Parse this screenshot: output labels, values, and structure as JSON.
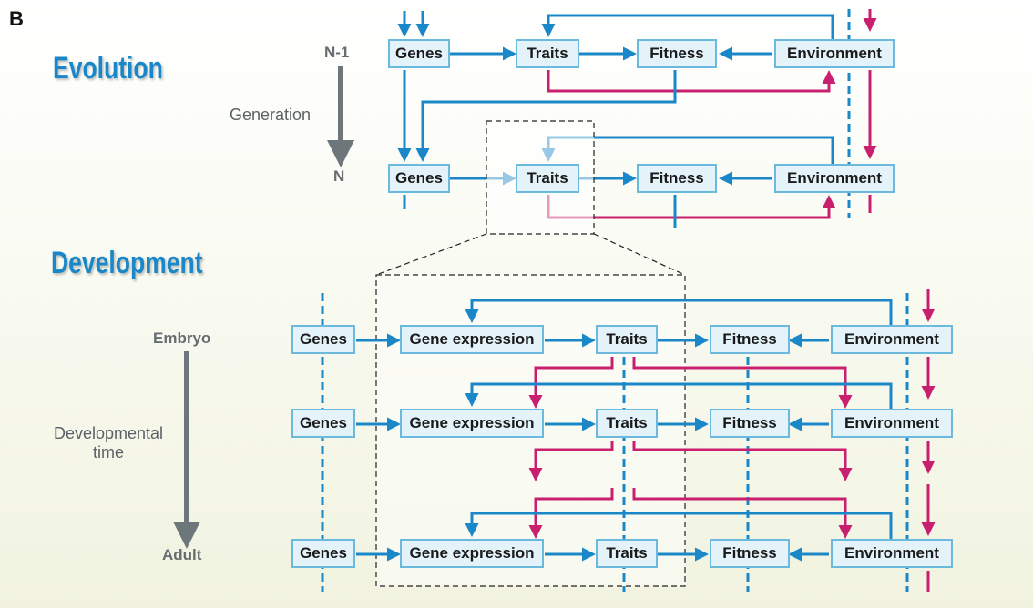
{
  "panel_label": "B",
  "evolution": {
    "title": "Evolution",
    "gen_prev": "N-1",
    "gen_curr": "N",
    "axis_label": "Generation",
    "rows": [
      {
        "genes": "Genes",
        "traits": "Traits",
        "fitness": "Fitness",
        "environment": "Environment"
      },
      {
        "genes": "Genes",
        "traits": "Traits",
        "fitness": "Fitness",
        "environment": "Environment"
      }
    ]
  },
  "development": {
    "title": "Development",
    "start_label": "Embryo",
    "end_label": "Adult",
    "axis_label_line1": "Developmental",
    "axis_label_line2": "time",
    "rows": [
      {
        "genes": "Genes",
        "expression": "Gene expression",
        "traits": "Traits",
        "fitness": "Fitness",
        "environment": "Environment"
      },
      {
        "genes": "Genes",
        "expression": "Gene expression",
        "traits": "Traits",
        "fitness": "Fitness",
        "environment": "Environment"
      },
      {
        "genes": "Genes",
        "expression": "Gene expression",
        "traits": "Traits",
        "fitness": "Fitness",
        "environment": "Environment"
      }
    ]
  },
  "colors": {
    "blue_arrow": "#1a88c8",
    "magenta_arrow": "#c8206e",
    "box_fill": "#e4f3fa",
    "box_border": "#6cb9de",
    "title_blue": "#1a88c8",
    "label_gray": "#666c70"
  }
}
